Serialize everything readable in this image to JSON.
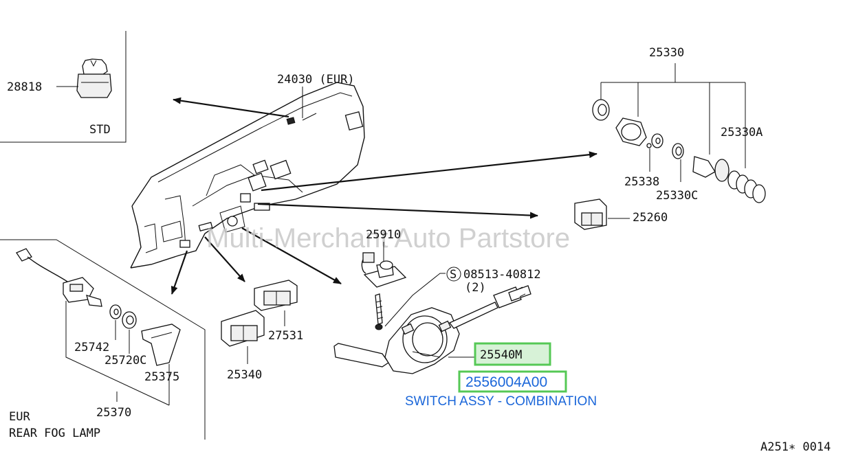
{
  "labels": {
    "p28818": "28818",
    "std": "STD",
    "p24030": "24030 (EUR)",
    "p25330": "25330",
    "p25330a": "25330A",
    "p25338": "25338",
    "p25330c": "25330C",
    "p25260": "25260",
    "p25910": "25910",
    "bolt_code": "08513-40812",
    "bolt_qty": "(2)",
    "bolt_symbol": "S",
    "p27531": "27531",
    "p25340": "25340",
    "p25742": "25742",
    "p25720c": "25720C",
    "p25375": "25375",
    "p25370": "25370",
    "eur": "EUR",
    "rear_fog_lamp": "REAR FOG LAMP",
    "p25540m": "25540M",
    "part_number": "2556004A00",
    "part_description": "SWITCH ASSY - COMBINATION",
    "diagram_code": "A251∗ 0014"
  },
  "watermark": "Multi-Merchant Auto Partstore",
  "colors": {
    "highlight_border": "#55c855",
    "highlight_fill": "#d7f2d7",
    "part_number_text": "#1a66d9",
    "watermark": "#c8c8c8"
  }
}
